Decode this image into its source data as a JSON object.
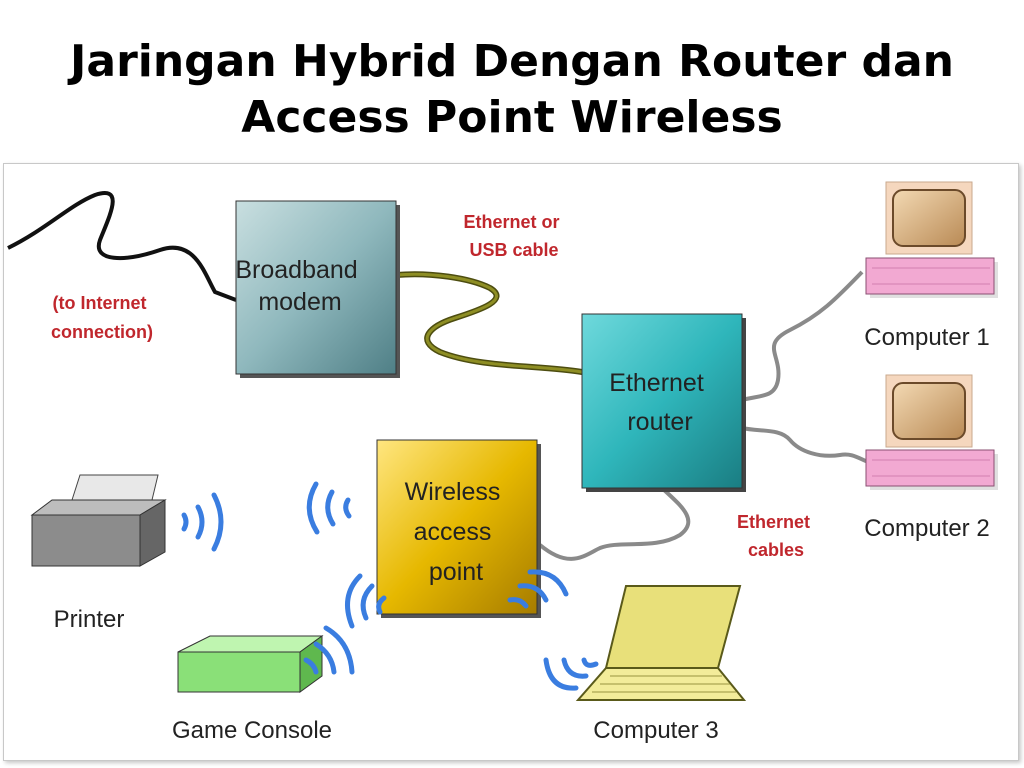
{
  "title": {
    "line1": "Jaringan Hybrid Dengan Router dan",
    "line2": "Access Point Wireless"
  },
  "diagram": {
    "internet_label": [
      "(to Internet",
      "connection)"
    ],
    "modem_label": [
      "Broadband",
      "modem"
    ],
    "usb_cable_label": [
      "Ethernet or",
      "USB cable"
    ],
    "router_label": [
      "Ethernet",
      "router"
    ],
    "ap_label": [
      "Wireless",
      "access",
      "point"
    ],
    "ethernet_cables_label": [
      "Ethernet",
      "cables"
    ],
    "computer1_label": "Computer 1",
    "computer2_label": "Computer 2",
    "computer3_label": "Computer 3",
    "printer_label": "Printer",
    "console_label": "Game Console"
  },
  "colors": {
    "modem_fill": "#8fb8bd",
    "router_fill": "#2fb6bb",
    "ap_fill": "#e6b800",
    "label_red": "#c0272d",
    "wireless_blue": "#3a7de0",
    "usb_cable": "#7f7f1c",
    "ethernet_cable": "#8a8a8a"
  }
}
